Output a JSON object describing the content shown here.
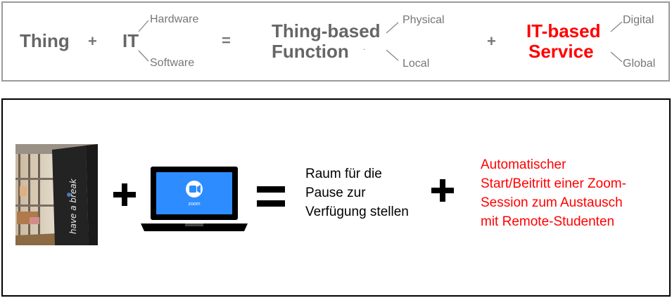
{
  "formula": {
    "thing": "Thing",
    "plus1": "+",
    "it": "IT",
    "it_branches": [
      "Hardware",
      "Software"
    ],
    "equals": "=",
    "function_line1": "Thing-based",
    "function_line2": "Function",
    "function_dot": ".",
    "function_branches": [
      "Physical",
      "Local"
    ],
    "plus2": "+",
    "service_line1": "IT-based",
    "service_line2": "Service",
    "service_branches": [
      "Digital",
      "Global"
    ],
    "accent_color": "#ff0000",
    "text_color": "#666666"
  },
  "example": {
    "photo_caption": "have a break",
    "zoom_label": "zoom",
    "zoom_color": "#2d8cff",
    "function_text": [
      "Raum für die",
      "Pause zur",
      "Verfügung stellen"
    ],
    "service_text": [
      "Automatischer",
      "Start/Beitritt einer Zoom-",
      "Session zum Austausch",
      "mit Remote-Studenten"
    ],
    "service_color": "#ff0000"
  }
}
